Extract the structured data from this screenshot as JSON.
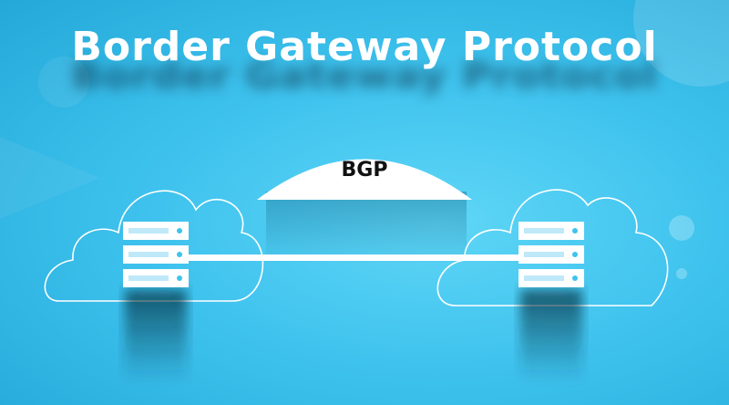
{
  "title": "Border Gateway Protocol",
  "protocol_label": "BGP",
  "colors": {
    "background": "#3fc3ee",
    "line": "#ffffff",
    "label_text": "#111111"
  },
  "nodes": [
    {
      "id": "left",
      "type": "server-rack",
      "units": 3
    },
    {
      "id": "right",
      "type": "server-rack",
      "units": 3
    }
  ],
  "icons": [
    "cloud-icon",
    "server-icon"
  ]
}
